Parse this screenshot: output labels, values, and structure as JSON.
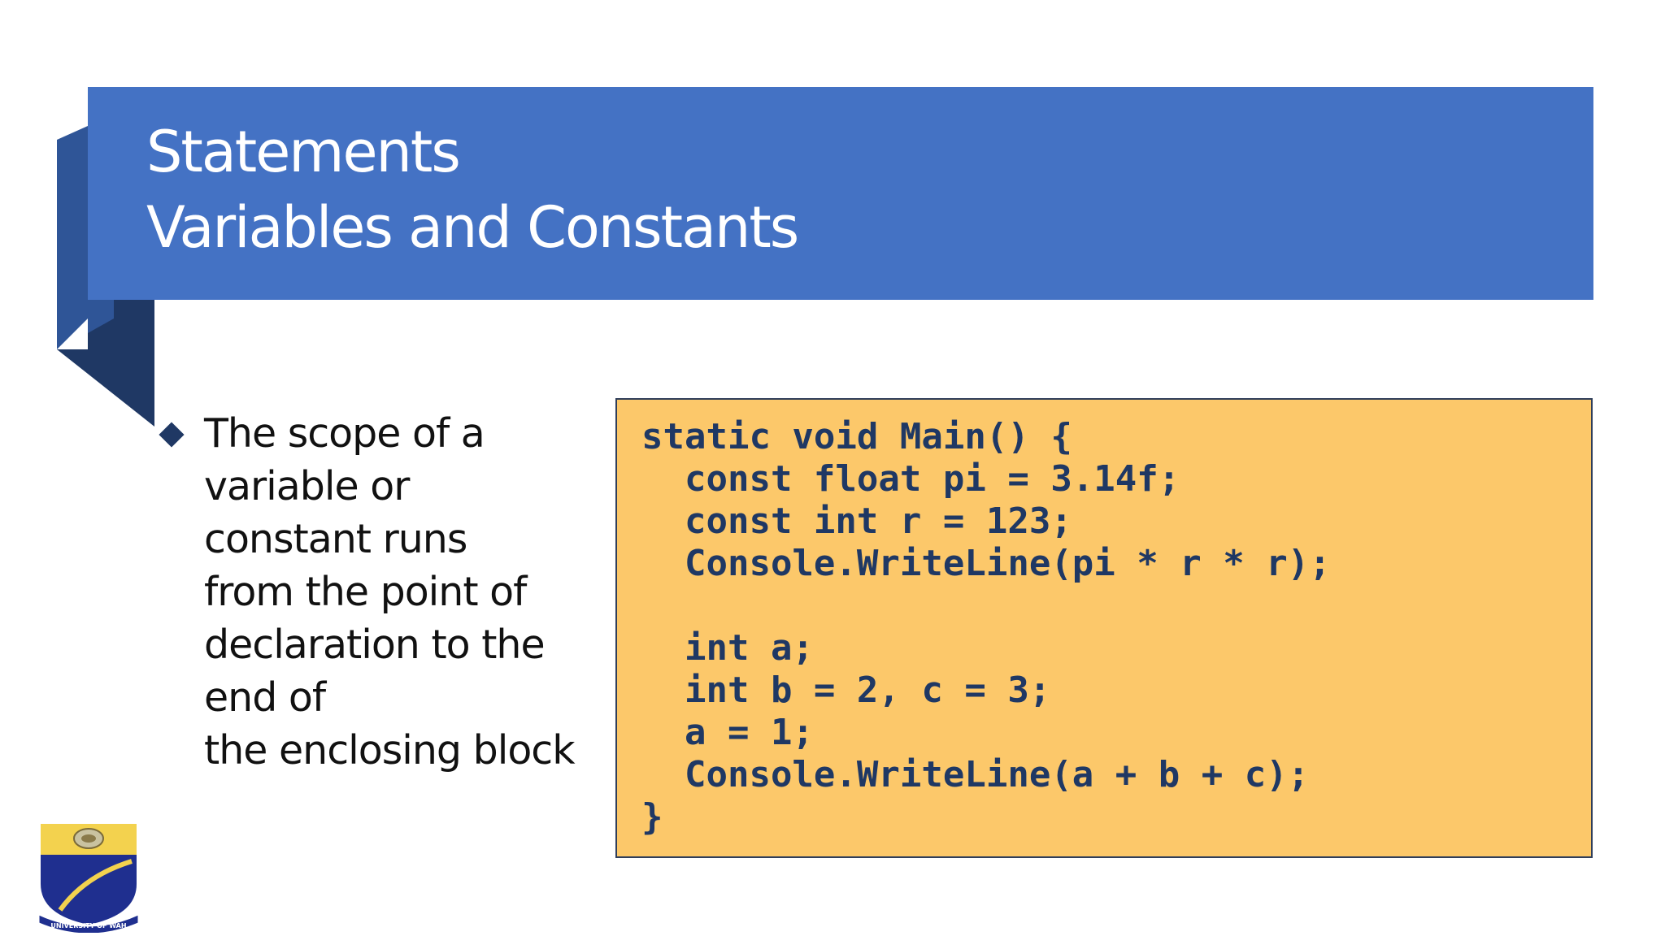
{
  "slide": {
    "title_line_1": "Statements",
    "title_line_2": "Variables and Constants",
    "bullet_lines": [
      "The scope of a",
      "variable or",
      "constant runs",
      "from the point of",
      "declaration to the",
      "end of",
      "the enclosing block"
    ],
    "code_lines": [
      "static void Main() {",
      "  const float pi = 3.14f;",
      "  const int r = 123;",
      "  Console.WriteLine(pi * r * r);",
      "",
      "  int a;",
      "  int b = 2, c = 3;",
      "  a = 1;",
      "  Console.WriteLine(a + b + c);",
      "}"
    ],
    "logo": {
      "name": "university-crest",
      "text": "UNIVERSITY OF WAH"
    }
  },
  "colors": {
    "title_bar": "#4472c4",
    "ribbon_mid": "#2f5597",
    "ribbon_dark": "#1f3864",
    "code_background": "#fcc86a",
    "code_text": "#1f3864",
    "bullet": "#1f3864"
  }
}
